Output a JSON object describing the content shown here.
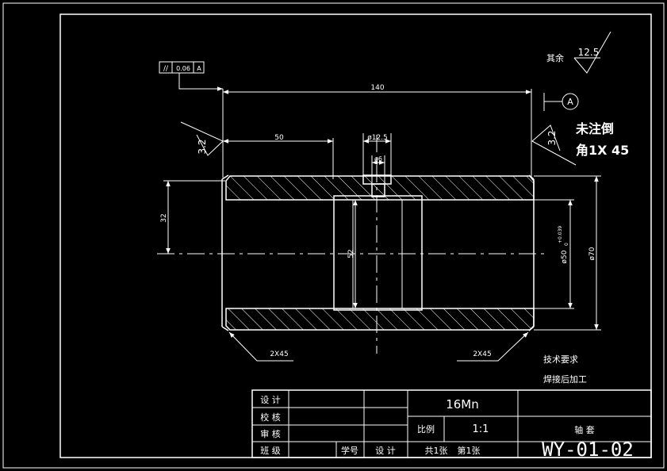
{
  "dimensions": {
    "length": "140",
    "offset": "50",
    "hole_outer": "ø12.5",
    "hole_inner": "ø6",
    "left_dim": "32",
    "center_dim": "52",
    "bore": "ø50",
    "bore_tol_upper": "+0.039",
    "bore_tol_lower": "0",
    "outer": "ø70",
    "chamfer_left": "2X45",
    "chamfer_right": "2X45"
  },
  "roughness": {
    "left": "3.2",
    "right": "3.2",
    "general_label": "其余",
    "general_value": "12.5"
  },
  "tolerance_frame": {
    "symbol": "//",
    "value": "0.06",
    "datum": "A"
  },
  "datum_label": "A",
  "notes": {
    "chamfer_line1": "未注倒",
    "chamfer_line2": "角1X 45",
    "tech_title": "技术要求",
    "tech_item": "焊接后加工"
  },
  "title_block": {
    "design_label": "设  计",
    "check_label": "校  核",
    "review_label": "审  核",
    "class_label": "班  级",
    "student_id_label": "学号",
    "design_label2": "设  计",
    "material": "16Mn",
    "scale_label": "比例",
    "scale_value": "1:1",
    "part_name": "轴  套",
    "sheets": "共1张",
    "sheet_no": "第1张",
    "drawing_no": "WY-01-02"
  }
}
